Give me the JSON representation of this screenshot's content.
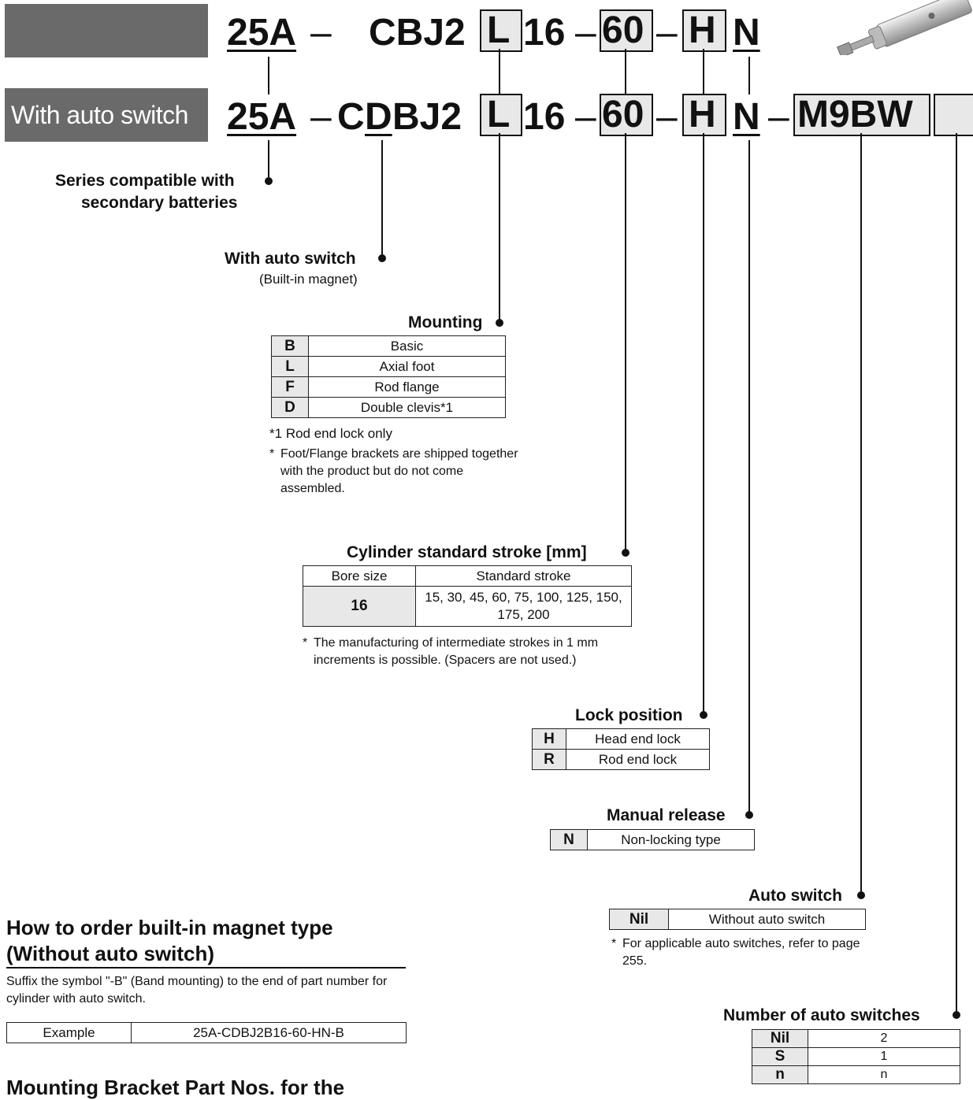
{
  "code_top": {
    "a": "25A",
    "dash": "–",
    "b": "CBJ2",
    "l": "L",
    "c": "16",
    "s": "60",
    "h": "H",
    "n": "N"
  },
  "code_bottom": {
    "with_label": "With auto switch",
    "a": "25A",
    "dash": "–",
    "b1": "C",
    "b2": "D",
    "b3": "BJ2",
    "l": "L",
    "c": "16",
    "s": "60",
    "h": "H",
    "n": "N",
    "sw": "M9BW"
  },
  "series": {
    "line1": "Series compatible with",
    "line2": "secondary batteries"
  },
  "with_auto": {
    "title": "With auto switch",
    "sub": "(Built-in magnet)"
  },
  "mounting": {
    "title": "Mounting",
    "rows": [
      {
        "key": "B",
        "value": "Basic"
      },
      {
        "key": "L",
        "value": "Axial foot"
      },
      {
        "key": "F",
        "value": "Rod flange"
      },
      {
        "key": "D",
        "value": "Double clevis*1"
      }
    ],
    "note1_mark": "*1",
    "note1": "Rod end lock only",
    "note2_mark": "*",
    "note2": "Foot/Flange brackets are shipped together with the product but do not come assembled."
  },
  "stroke": {
    "title": "Cylinder standard stroke [mm]",
    "col1": "Bore size",
    "col2": "Standard stroke",
    "bore": "16",
    "strokes": "15, 30, 45, 60, 75, 100, 125, 150, 175, 200",
    "note_mark": "*",
    "note": "The manufacturing of intermediate strokes in 1 mm increments is possible. (Spacers are not used.)"
  },
  "lock": {
    "title": "Lock position",
    "rows": [
      {
        "key": "H",
        "value": "Head end lock"
      },
      {
        "key": "R",
        "value": "Rod end lock"
      }
    ]
  },
  "manual": {
    "title": "Manual release",
    "key": "N",
    "value": "Non-locking type"
  },
  "auto_switch": {
    "title": "Auto switch",
    "key": "Nil",
    "value": "Without auto switch",
    "note_mark": "*",
    "note": "For applicable auto switches, refer to page 255."
  },
  "num_switches": {
    "title": "Number of auto switches",
    "rows": [
      {
        "key": "Nil",
        "value": "2"
      },
      {
        "key": "S",
        "value": "1"
      },
      {
        "key": "n",
        "value": "n"
      }
    ]
  },
  "how_to_order": {
    "title1": "How to order built-in magnet type",
    "title2": "(Without auto switch)",
    "desc": "Suffix the symbol \"-B\" (Band mounting) to the end of part number for cylinder with auto switch.",
    "example_label": "Example",
    "example_value": "25A-CDBJ2B16-60-HN-B"
  },
  "next_heading": "Mounting Bracket Part Nos. for the"
}
